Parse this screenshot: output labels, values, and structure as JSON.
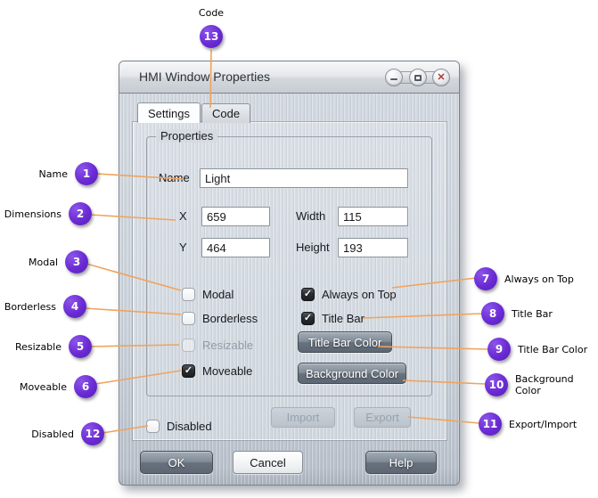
{
  "window": {
    "title": "HMI Window Properties"
  },
  "window_controls": {
    "minimize": "minimize",
    "maximize": "maximize",
    "close": "close",
    "close_glyph": "✕"
  },
  "tabs": {
    "settings": "Settings",
    "code": "Code"
  },
  "group": {
    "legend": "Properties"
  },
  "fields": {
    "name": {
      "label": "Name",
      "value": "Light"
    },
    "x": {
      "label": "X",
      "value": "659"
    },
    "y": {
      "label": "Y",
      "value": "464"
    },
    "width": {
      "label": "Width",
      "value": "115"
    },
    "height": {
      "label": "Height",
      "value": "193"
    }
  },
  "checkboxes": {
    "modal": {
      "label": "Modal",
      "checked": false
    },
    "borderless": {
      "label": "Borderless",
      "checked": false
    },
    "resizable": {
      "label": "Resizable",
      "checked": false,
      "disabled": true
    },
    "moveable": {
      "label": "Moveable",
      "checked": true
    },
    "always_on_top": {
      "label": "Always on Top",
      "checked": true
    },
    "title_bar": {
      "label": "Title Bar",
      "checked": true
    },
    "disabled": {
      "label": "Disabled",
      "checked": false
    }
  },
  "buttons": {
    "title_bar_color": "Title Bar Color",
    "background_color": "Background Color",
    "import": "Import",
    "export": "Export",
    "ok": "OK",
    "cancel": "Cancel",
    "help": "Help"
  },
  "glyphs": {
    "check": "✓"
  },
  "callouts": [
    {
      "num": "1",
      "label": "Name"
    },
    {
      "num": "2",
      "label": "Dimensions"
    },
    {
      "num": "3",
      "label": "Modal"
    },
    {
      "num": "4",
      "label": "Borderless"
    },
    {
      "num": "5",
      "label": "Resizable"
    },
    {
      "num": "6",
      "label": "Moveable"
    },
    {
      "num": "7",
      "label": "Always on Top"
    },
    {
      "num": "8",
      "label": "Title Bar"
    },
    {
      "num": "9",
      "label": "Title Bar Color"
    },
    {
      "num": "10",
      "label": "Background Color"
    },
    {
      "num": "11",
      "label": "Export/Import"
    },
    {
      "num": "12",
      "label": "Disabled"
    },
    {
      "num": "13",
      "label": "Code"
    }
  ],
  "colors": {
    "badge": "#6a2ad4",
    "callout_line": "#f0a35e",
    "close_x": "#a93a3a"
  }
}
